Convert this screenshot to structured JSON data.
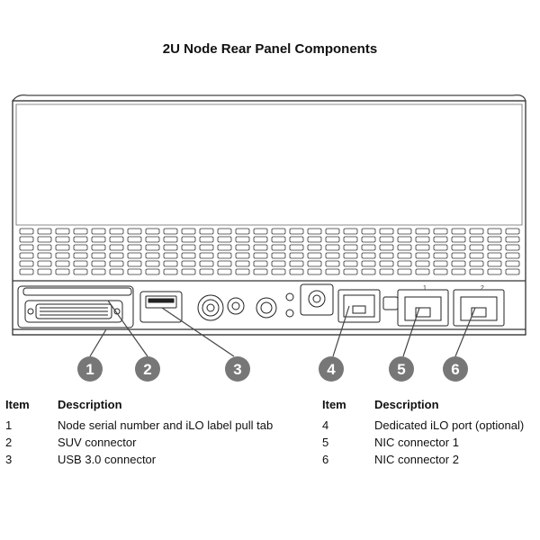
{
  "title": "2U Node Rear Panel Components",
  "diagram": {
    "callouts": [
      "1",
      "2",
      "3",
      "4",
      "5",
      "6"
    ],
    "port_labels": [
      "1",
      "2"
    ]
  },
  "legend": {
    "header_item": "Item",
    "header_description": "Description",
    "left": [
      {
        "item": "1",
        "description": "Node serial number and iLO label pull tab"
      },
      {
        "item": "2",
        "description": "SUV connector"
      },
      {
        "item": "3",
        "description": "USB 3.0 connector"
      }
    ],
    "right": [
      {
        "item": "4",
        "description": "Dedicated iLO port (optional)"
      },
      {
        "item": "5",
        "description": "NIC connector 1"
      },
      {
        "item": "6",
        "description": "NIC connector 2"
      }
    ]
  }
}
